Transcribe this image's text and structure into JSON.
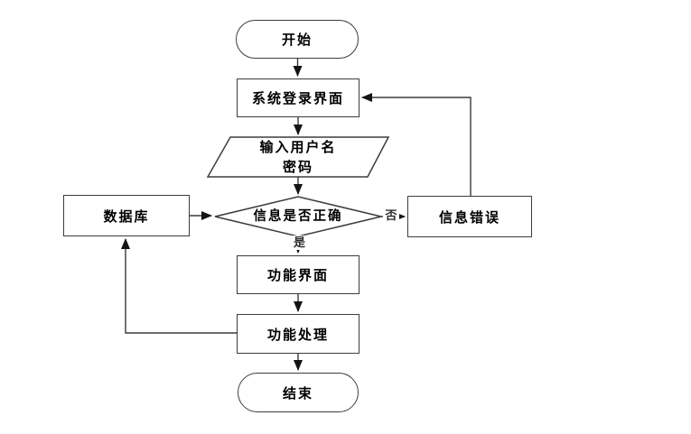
{
  "diagram": {
    "type": "flowchart",
    "colors": {
      "background": "#ffffff",
      "line": "#3a3a3a",
      "border": "#3d3d3d",
      "arrowhead": "#141414",
      "text": "#000000"
    },
    "nodes": {
      "start": {
        "shape": "terminator",
        "label": "开始"
      },
      "login_screen": {
        "shape": "process",
        "label": "系统登录界面"
      },
      "input_credentials": {
        "shape": "data",
        "line1": "输入用户名",
        "line2": "密码"
      },
      "decision": {
        "shape": "decision",
        "label": "信息是否正确"
      },
      "database": {
        "shape": "process",
        "label": "数据库"
      },
      "info_error": {
        "shape": "process",
        "label": "信息错误"
      },
      "function_screen": {
        "shape": "process",
        "label": "功能界面"
      },
      "function_process": {
        "shape": "process",
        "label": "功能处理"
      },
      "end": {
        "shape": "terminator",
        "label": "结束"
      }
    },
    "edge_labels": {
      "yes": "是",
      "no": "否"
    }
  }
}
